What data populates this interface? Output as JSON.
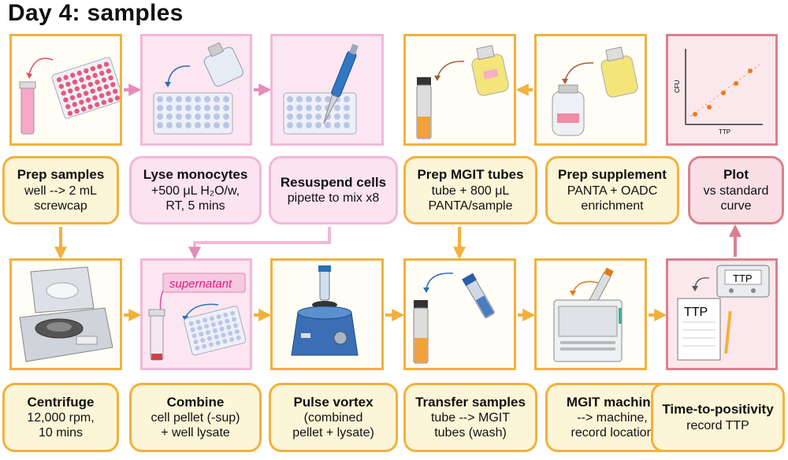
{
  "title": "Day 4: samples",
  "steps_top": [
    {
      "heading": "Prep samples",
      "lines": [
        "well --> 2 mL",
        "screwcap"
      ]
    },
    {
      "heading": "Lyse monocytes",
      "lines": [
        "+500 μL H₂O/w,",
        "RT, 5 mins"
      ]
    },
    {
      "heading": "Resuspend cells",
      "lines": [
        "pipette to mix x8"
      ]
    },
    {
      "heading": "Prep MGIT tubes",
      "lines": [
        "tube + 800 μL",
        "PANTA/sample"
      ]
    },
    {
      "heading": "Prep supplement",
      "lines": [
        "PANTA + OADC",
        "enrichment"
      ]
    },
    {
      "heading": "Plot",
      "lines": [
        "vs standard",
        "curve"
      ]
    }
  ],
  "steps_bottom": [
    {
      "heading": "Centrifuge",
      "lines": [
        "12,000 rpm,",
        "10 mins"
      ]
    },
    {
      "heading": "Combine",
      "lines": [
        "cell pellet (-sup)",
        "+ well lysate"
      ]
    },
    {
      "heading": "Pulse vortex",
      "lines": [
        "(combined",
        "pellet + lysate)"
      ]
    },
    {
      "heading": "Transfer samples",
      "lines": [
        "tube --> MGIT",
        "tubes (wash)"
      ]
    },
    {
      "heading": "MGIT machine",
      "lines": [
        "--> machine,",
        "record location"
      ]
    },
    {
      "heading": "Time-to-positivity",
      "lines": [
        "record TTP"
      ]
    }
  ],
  "plot_icon": {
    "ylabel": "CFU",
    "xlabel": "TTP"
  },
  "supernatant_label": "supernatant",
  "ttp_display": "TTP",
  "ttp_notebook": "TTP",
  "colors": {
    "step": "#f2b13c",
    "lyse": "#f0b8d8",
    "plot": "#d9808e",
    "arrow_orange": "#f2b13c",
    "arrow_pink": "#e58bbd"
  }
}
